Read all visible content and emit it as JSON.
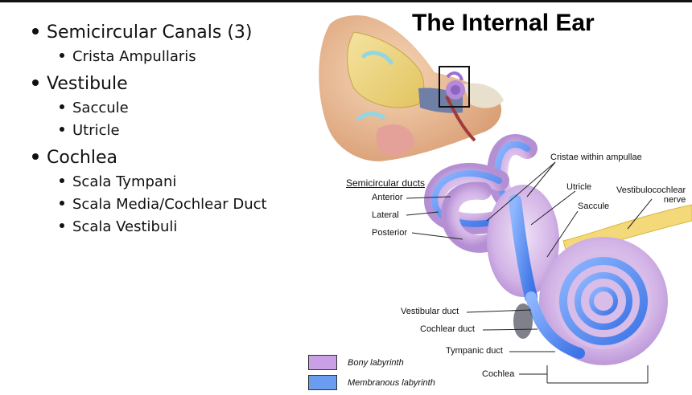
{
  "slide": {
    "title": "The Internal Ear",
    "bullets": [
      {
        "label": "Semicircular Canals (3)",
        "children": [
          "Crista Ampullaris"
        ]
      },
      {
        "label": "Vestibule",
        "children": [
          "Saccule",
          "Utricle"
        ]
      },
      {
        "label": "Cochlea",
        "children": [
          "Scala Tympani",
          "Scala Media/Cochlear Duct",
          "Scala Vestibuli"
        ]
      }
    ]
  },
  "figure": {
    "labels": {
      "semicircular_ducts": "Semicircular ducts",
      "anterior": "Anterior",
      "lateral": "Lateral",
      "posterior": "Posterior",
      "cristae": "Cristae within ampullae",
      "utricle": "Utricle",
      "saccule": "Saccule",
      "nerve_line1": "Vestibulocochlear",
      "nerve_line2": "nerve",
      "vestibular_duct": "Vestibular duct",
      "cochlear_duct": "Cochlear duct",
      "tympanic_duct": "Tympanic duct",
      "cochlea": "Cochlea"
    },
    "legend": [
      {
        "label": "Bony labyrinth",
        "color": "#c9a0e6"
      },
      {
        "label": "Membranous labyrinth",
        "color": "#6a9cf0"
      }
    ]
  }
}
